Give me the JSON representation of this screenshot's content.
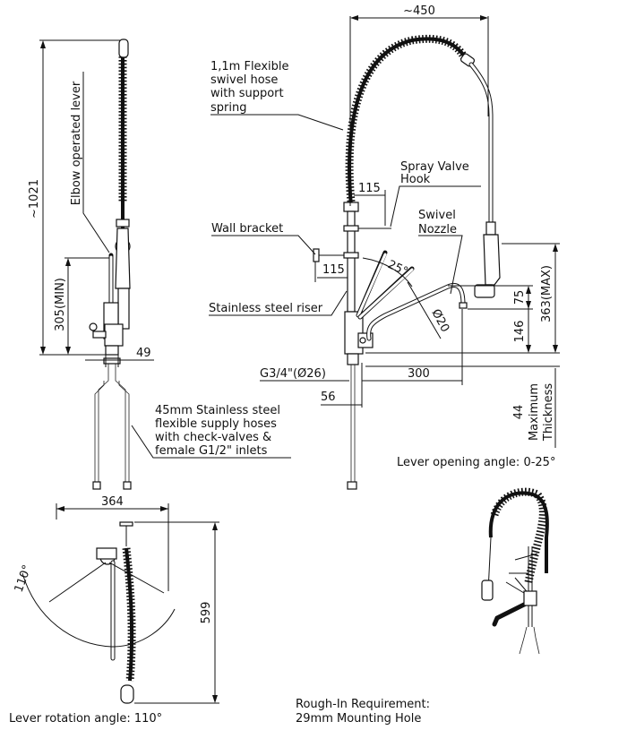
{
  "side_view": {
    "height_dim": "~1021",
    "min_height_dim": "305(MIN)",
    "base_width_dim": "49",
    "lever_label": "Elbow operated lever",
    "hoses_label": [
      "45mm Stainless steel",
      "flexible supply hoses",
      "with check-valves &",
      "female G1/2\" inlets"
    ]
  },
  "front_view": {
    "width_dim": "~450",
    "hose_label": [
      "1,1m Flexible",
      "swivel hose",
      "with support",
      "spring"
    ],
    "hook_label": [
      "Spray Valve",
      "Hook"
    ],
    "hook_dim": "115",
    "nozzle_label": [
      "Swivel",
      "Nozzle"
    ],
    "bracket_label": "Wall bracket",
    "bracket_dim": "115",
    "lever_angle_dim": "25°",
    "riser_label": "Stainless steel riser",
    "spout_diameter_dim": "Ø20",
    "nozzle_height_dim": "75",
    "spout_height_dim": "146",
    "max_height_dim": "363(MAX)",
    "thread_dim": "G3/4\"(Ø26)",
    "reach_dim": "300",
    "offset_dim": "56",
    "thickness_dim": "44",
    "thickness_label": [
      "Maximum",
      "Thickness"
    ],
    "lever_opening_note": "Lever opening angle: 0-25°"
  },
  "top_view": {
    "width_dim": "364",
    "depth_dim": "599",
    "rotation_angle_dim": "110°",
    "rotation_note": "Lever rotation angle: 110°"
  },
  "rough_in": [
    "Rough-In Requirement:",
    "29mm Mounting Hole"
  ]
}
